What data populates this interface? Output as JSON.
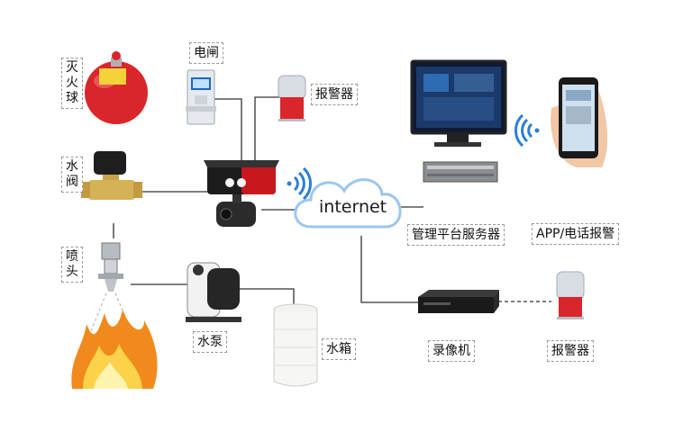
{
  "labels": {
    "fire_ball": "灭火球",
    "breaker": "电闸",
    "alarm_top": "报警器",
    "water_valve": "水阀",
    "nozzle": "喷头",
    "pump": "水泵",
    "water_tank": "水箱",
    "internet": "internet",
    "server": "管理平台服务器",
    "app": "APP/电话报警",
    "recorder": "录像机",
    "alarm_bottom": "报警器"
  },
  "colors": {
    "line": "#333333",
    "cloud_stroke": "#9cc6ee",
    "wifi": "#2a7fd4",
    "red_device": "#d9262b",
    "fire": "#f08a1c"
  },
  "icons": {
    "signal_left": "wifi-signal-icon",
    "signal_right": "wifi-signal-icon"
  }
}
